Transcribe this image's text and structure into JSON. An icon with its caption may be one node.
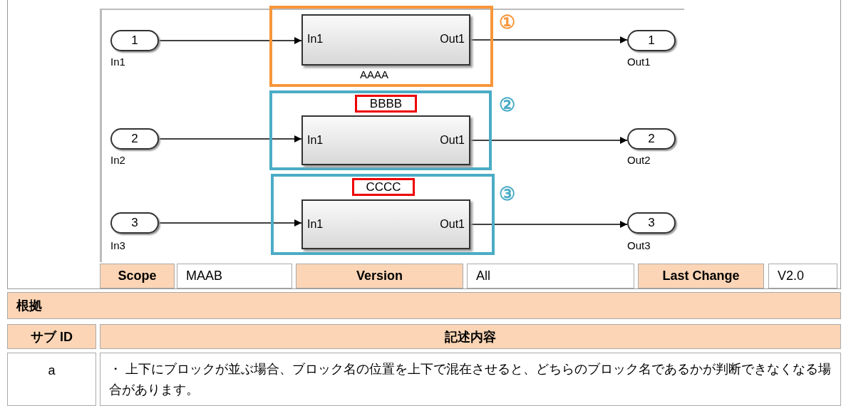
{
  "diagram": {
    "nodes": [
      {
        "text": [
          "1"
        ],
        "beside": [
          "In1"
        ]
      },
      {
        "text": [
          "2"
        ],
        "beside": [
          "In2"
        ]
      },
      {
        "text": [
          "3"
        ],
        "beside": [
          "In3"
        ]
      },
      {
        "text": [],
        "shape": "box",
        "beside": [
          "①"
        ]
      },
      {
        "text": [
          "In1",
          "Out1"
        ],
        "beside": [
          "AAAA"
        ],
        "in": 3
      },
      {
        "text": [],
        "shape": "box",
        "beside": [
          "②"
        ]
      },
      {
        "text": [
          "BBBB"
        ],
        "in": 5
      },
      {
        "text": [
          "In1",
          "Out1"
        ],
        "in": 5
      },
      {
        "text": [],
        "shape": "box",
        "beside": [
          "③"
        ]
      },
      {
        "text": [
          "CCCC"
        ],
        "in": 8
      },
      {
        "text": [
          "In1",
          "Out1"
        ],
        "in": 8
      },
      {
        "text": [
          "1"
        ],
        "beside": [
          "Out1"
        ]
      },
      {
        "text": [
          "2"
        ],
        "beside": [
          "Out2"
        ]
      },
      {
        "text": [
          "3"
        ],
        "beside": [
          "Out3"
        ]
      }
    ],
    "edges": [
      {
        "from": 0,
        "to": 4,
        "arrow": "to"
      },
      {
        "from": 4,
        "to": 11,
        "arrow": "to"
      },
      {
        "from": 1,
        "to": 7,
        "arrow": "to"
      },
      {
        "from": 7,
        "to": 12,
        "arrow": "to"
      },
      {
        "from": 2,
        "to": 10,
        "arrow": "to"
      },
      {
        "from": 10,
        "to": 13,
        "arrow": "to"
      }
    ],
    "labels": [
      "Scope",
      "MAAB",
      "Version",
      "All",
      "Last Change",
      "V2.0",
      "根拠",
      "サブ ID",
      "記述内容",
      "a",
      "・ 上下にブロックが並ぶ場合、ブロック名の位置を上下で混在させると、どちらのブロック名であるかが判断できなくなる場合があります。"
    ]
  }
}
